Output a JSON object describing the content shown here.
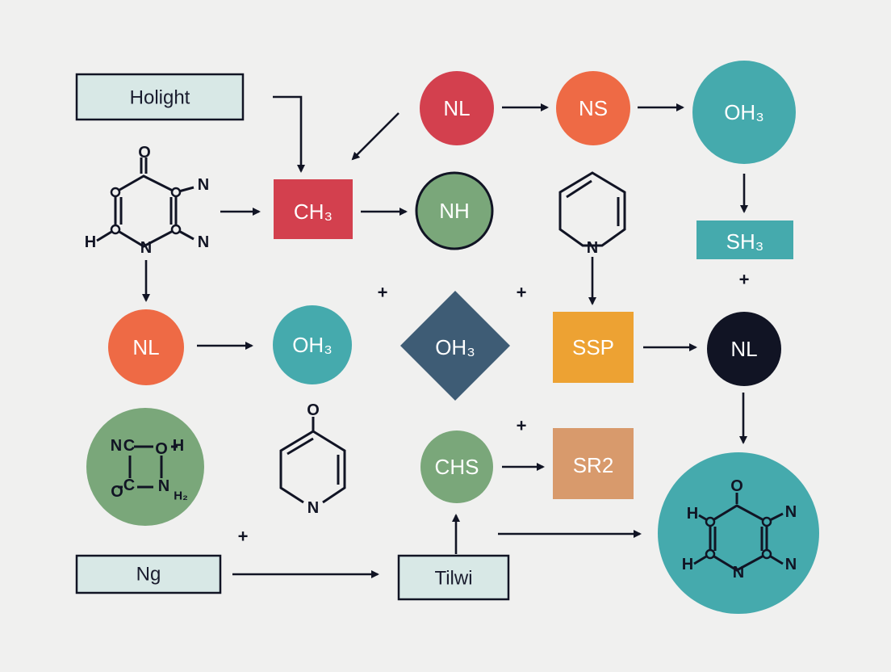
{
  "colors": {
    "background": "#f0f0ef",
    "red": "#d3404e",
    "orange": "#ee6a45",
    "teal": "#45aaad",
    "green": "#7aa77a",
    "navy": "#3e5c75",
    "amber": "#eda233",
    "tan": "#d89a6c",
    "dark": "#111424",
    "box_fill": "#d8e8e6"
  },
  "labels": {
    "holight": "Holight",
    "ng": "Ng",
    "tilwi": "Tilwi"
  },
  "nodes": {
    "nl_top": "NL",
    "ns_top": "NS",
    "oh3_top": "OH₃",
    "ch3": "CH₃",
    "nh": "NH",
    "sh3": "SH₃",
    "nl_mid": "NL",
    "oh3_mid": "OH₃",
    "oh3_diamond": "OH₃",
    "ssp": "SSP",
    "nl_dark": "NL",
    "chs": "CHS",
    "sr2": "SR2"
  },
  "molecule_atoms": {
    "ring1_o": "O",
    "ring1_n1": "N",
    "ring1_n2": "N",
    "ring1_h": "H",
    "ring1_n3": "N",
    "pyr1_n": "N",
    "circ_n": "N",
    "circ_c1": "C",
    "circ_o1": "O",
    "circ_h": "H",
    "circ_o2": "O",
    "circ_c2": "C",
    "circ_n2": "N",
    "circ_h2": "H₂",
    "pyr2_o": "O",
    "pyr2_n": "N",
    "big_o": "O",
    "big_h": "H",
    "big_n1": "N",
    "big_h2": "H",
    "big_n2": "N",
    "big_n3": "N"
  },
  "plus_sign": "+"
}
